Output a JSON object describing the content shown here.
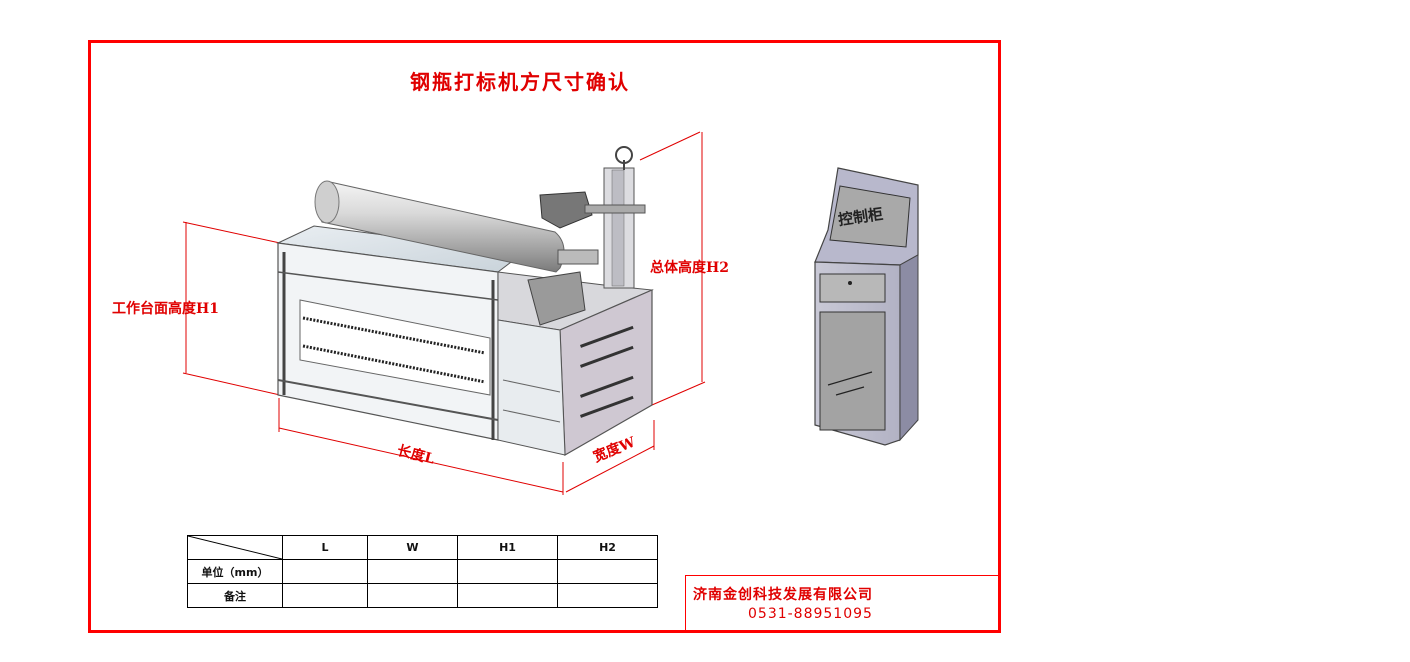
{
  "title": "钢瓶打标机方尺寸确认",
  "dimensions": {
    "h1_label": "工作台面高度H1",
    "h2_label": "总体高度H2",
    "length_label": "长度L",
    "width_label": "宽度W"
  },
  "cabinet": {
    "label": "控制柜"
  },
  "table": {
    "headers": [
      "L",
      "W",
      "H1",
      "H2"
    ],
    "rows": [
      {
        "label": "单位（mm）",
        "cells": [
          "",
          "",
          "",
          ""
        ]
      },
      {
        "label": "备注",
        "cells": [
          "",
          "",
          "",
          ""
        ]
      }
    ]
  },
  "company": {
    "name": "济南金创科技发展有限公司",
    "phone": "0531-88951095"
  },
  "colors": {
    "accent": "#ff0000",
    "text_red": "#e00000"
  }
}
